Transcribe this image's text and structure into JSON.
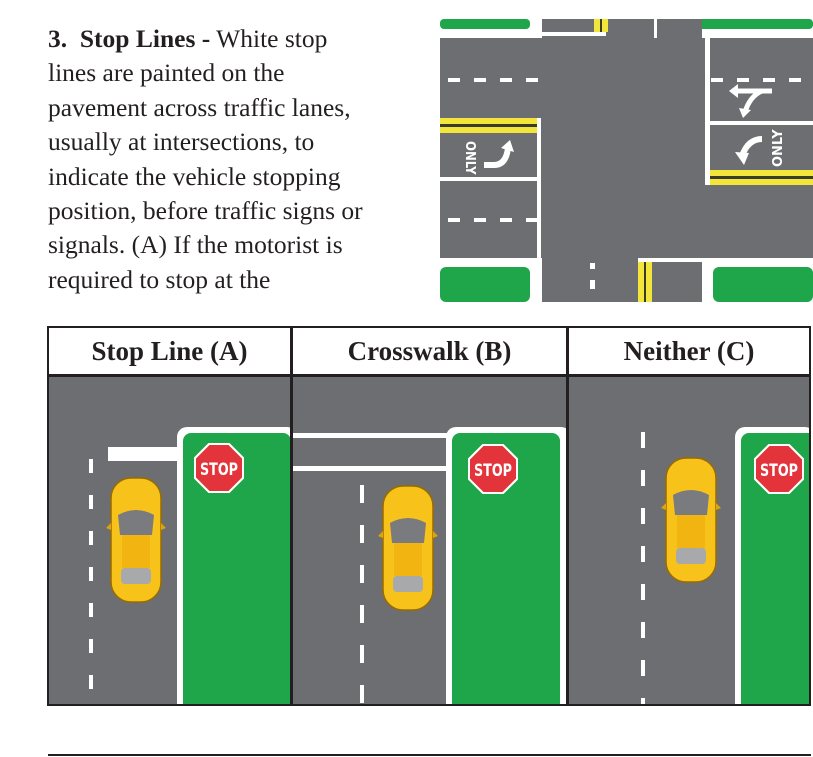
{
  "paragraph": {
    "number": "3.",
    "heading": "Stop Lines -",
    "lines": [
      "White stop",
      "lines are painted on the",
      "pavement across traffic lanes,",
      "usually at intersections, to",
      "indicate the vehicle stopping",
      "position, before traffic signs or",
      "signals. (A) If the motorist is",
      "required to stop at the"
    ]
  },
  "intersection": {
    "lane_marking_text": "ONLY"
  },
  "table": {
    "columns": [
      {
        "label": "Stop Line (A)"
      },
      {
        "label": "Crosswalk (B)"
      },
      {
        "label": "Neither (C)"
      }
    ],
    "sign_text": "STOP"
  },
  "colors": {
    "road": "#6d6e71",
    "median": "#1fa64b",
    "stop_sign": "#e3343b",
    "car": "#f7c21a",
    "yellow_line": "#f4e53a"
  }
}
